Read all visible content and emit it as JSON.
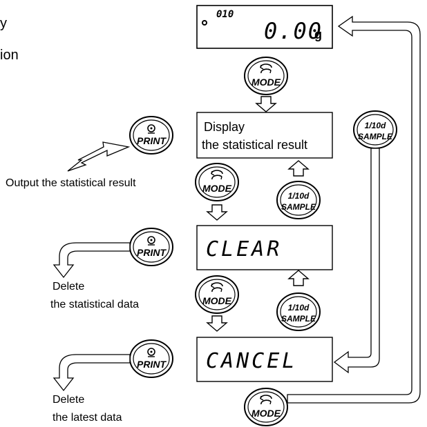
{
  "header_fragments": {
    "line1": "y",
    "line2": "ion"
  },
  "top_display": {
    "small_code": "010",
    "value": "0.00",
    "unit": "g"
  },
  "result_box": {
    "line1": "Display",
    "line2": "the statistical result"
  },
  "clear_display": "CLEAR",
  "cancel_display": "CANCEL",
  "buttons": {
    "mode_label": "MODE",
    "print_label": "PRINT",
    "sample_top": "1/10d",
    "sample_bottom": "SAMPLE"
  },
  "labels": {
    "output": "Output the statistical result",
    "delete_stat_1": "Delete",
    "delete_stat_2": "the statistical data",
    "delete_latest_1": "Delete",
    "delete_latest_2": "the latest data"
  },
  "icons": {
    "mode": "rotate-arrows-icon",
    "print": "print-target-icon",
    "flow": "hollow-arrow-icon",
    "output": "lightning-arrow-icon"
  }
}
